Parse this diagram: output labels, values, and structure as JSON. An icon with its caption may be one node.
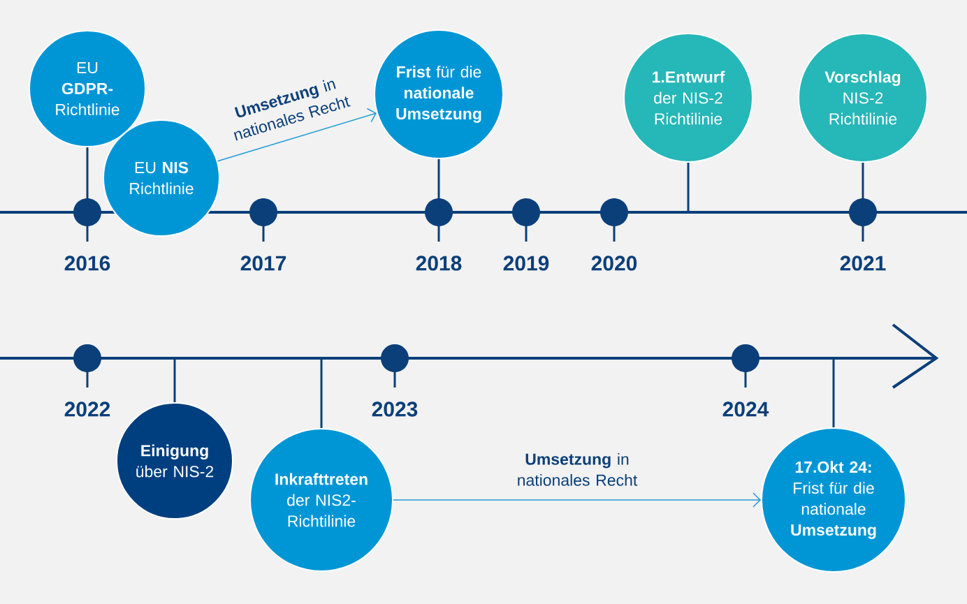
{
  "diagram": {
    "nodes": [
      {
        "text": [
          "EU **GDPR-** Richtlinie"
        ]
      },
      {
        "text": [
          "EU **NIS** Richtlinie"
        ]
      },
      {
        "text": [
          "**Frist** für die **nationale Umsetzung**"
        ]
      },
      {
        "text": [
          "**1.Entwurf** der NIS-2 Richtilinie"
        ]
      },
      {
        "text": [
          "**Vorschlag** NIS-2 Richtilinie"
        ]
      },
      {
        "text": [
          "**Einigung** über NIS-2"
        ]
      },
      {
        "text": [
          "**Inkrafttreten** der NIS2- Richtilinie"
        ]
      },
      {
        "text": [
          "**17.Okt 24:** Frist für die nationale **Umsetzung**"
        ]
      },
      {
        "text": [],
        "shape": "bar"
      },
      {
        "text": [],
        "shape": "bar"
      }
    ],
    "edges": [
      {
        "from": 1,
        "to": 2,
        "arrow": "to",
        "color": "#1e9ad6",
        "label": "**Umsetzung** in nationales Recht"
      },
      {
        "from": 6,
        "to": 7,
        "arrow": "to",
        "color": "#1e9ad6",
        "label": "**Umsetzung** in nationales Recht"
      },
      {
        "from": 0,
        "to": 8,
        "arrow": "none"
      },
      {
        "from": 2,
        "to": 8,
        "arrow": "none"
      },
      {
        "from": 3,
        "to": 8,
        "arrow": "none"
      },
      {
        "from": 4,
        "to": 8,
        "arrow": "none"
      },
      {
        "from": 5,
        "to": 9,
        "arrow": "none"
      },
      {
        "from": 6,
        "to": 9,
        "arrow": "none"
      },
      {
        "from": 7,
        "to": 9,
        "arrow": "none"
      }
    ],
    "labels": [
      "2016",
      "2017",
      "2018",
      "2019",
      "2020",
      "2021",
      "2022",
      "2023",
      "2024"
    ]
  }
}
